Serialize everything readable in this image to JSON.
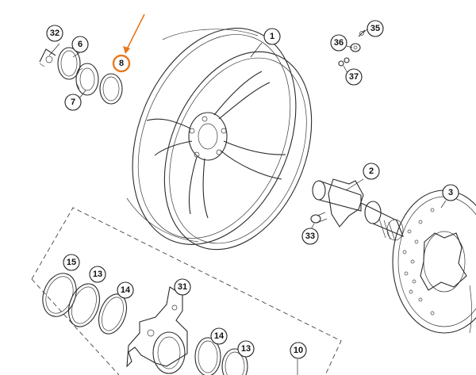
{
  "accent_color": "#e8781e",
  "highlighted_part": "8",
  "callouts": [
    {
      "id": "1",
      "label": "1"
    },
    {
      "id": "2",
      "label": "2"
    },
    {
      "id": "3",
      "label": "3"
    },
    {
      "id": "6",
      "label": "6"
    },
    {
      "id": "7",
      "label": "7"
    },
    {
      "id": "8",
      "label": "8"
    },
    {
      "id": "10",
      "label": "10"
    },
    {
      "id": "13a",
      "label": "13"
    },
    {
      "id": "13b",
      "label": "13"
    },
    {
      "id": "14a",
      "label": "14"
    },
    {
      "id": "14b",
      "label": "14"
    },
    {
      "id": "15",
      "label": "15"
    },
    {
      "id": "31",
      "label": "31"
    },
    {
      "id": "32",
      "label": "32"
    },
    {
      "id": "33",
      "label": "33"
    },
    {
      "id": "35",
      "label": "35"
    },
    {
      "id": "36",
      "label": "36"
    },
    {
      "id": "37",
      "label": "37"
    }
  ]
}
